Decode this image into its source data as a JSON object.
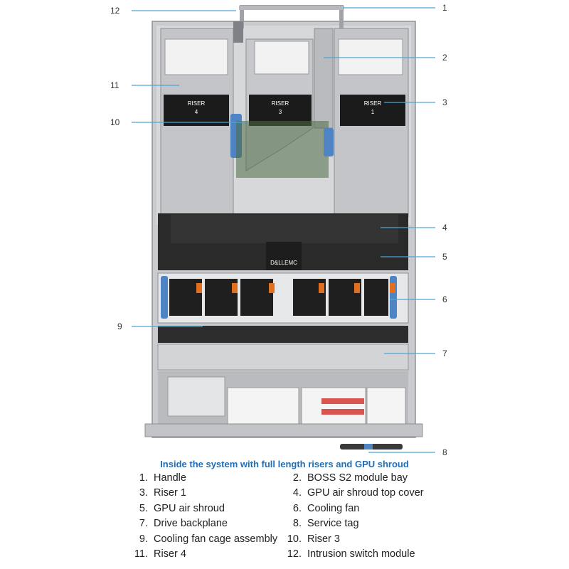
{
  "diagram": {
    "chassis_labels": {
      "riser4": [
        "RISER",
        "4"
      ],
      "riser3": [
        "RISER",
        "3"
      ],
      "riser1": [
        "RISER",
        "1"
      ],
      "brand": "D&LLEMC"
    },
    "callouts": [
      "1",
      "2",
      "3",
      "4",
      "5",
      "6",
      "7",
      "8",
      "9",
      "10",
      "11",
      "12"
    ]
  },
  "caption": "Inside the system with full length risers and GPU shroud",
  "legend": {
    "left": [
      {
        "num": "1.",
        "label": "Handle"
      },
      {
        "num": "3.",
        "label": "Riser 1"
      },
      {
        "num": "5.",
        "label": "GPU air shroud"
      },
      {
        "num": "7.",
        "label": "Drive backplane"
      },
      {
        "num": "9.",
        "label": "Cooling fan cage assembly"
      },
      {
        "num": "11.",
        "label": "Riser 4"
      }
    ],
    "right": [
      {
        "num": "2.",
        "label": "BOSS S2 module bay"
      },
      {
        "num": "4.",
        "label": "GPU air shroud top cover"
      },
      {
        "num": "6.",
        "label": "Cooling fan"
      },
      {
        "num": "8.",
        "label": "Service tag"
      },
      {
        "num": "10.",
        "label": "Riser 3"
      },
      {
        "num": "12.",
        "label": "Intrusion switch module"
      }
    ]
  }
}
